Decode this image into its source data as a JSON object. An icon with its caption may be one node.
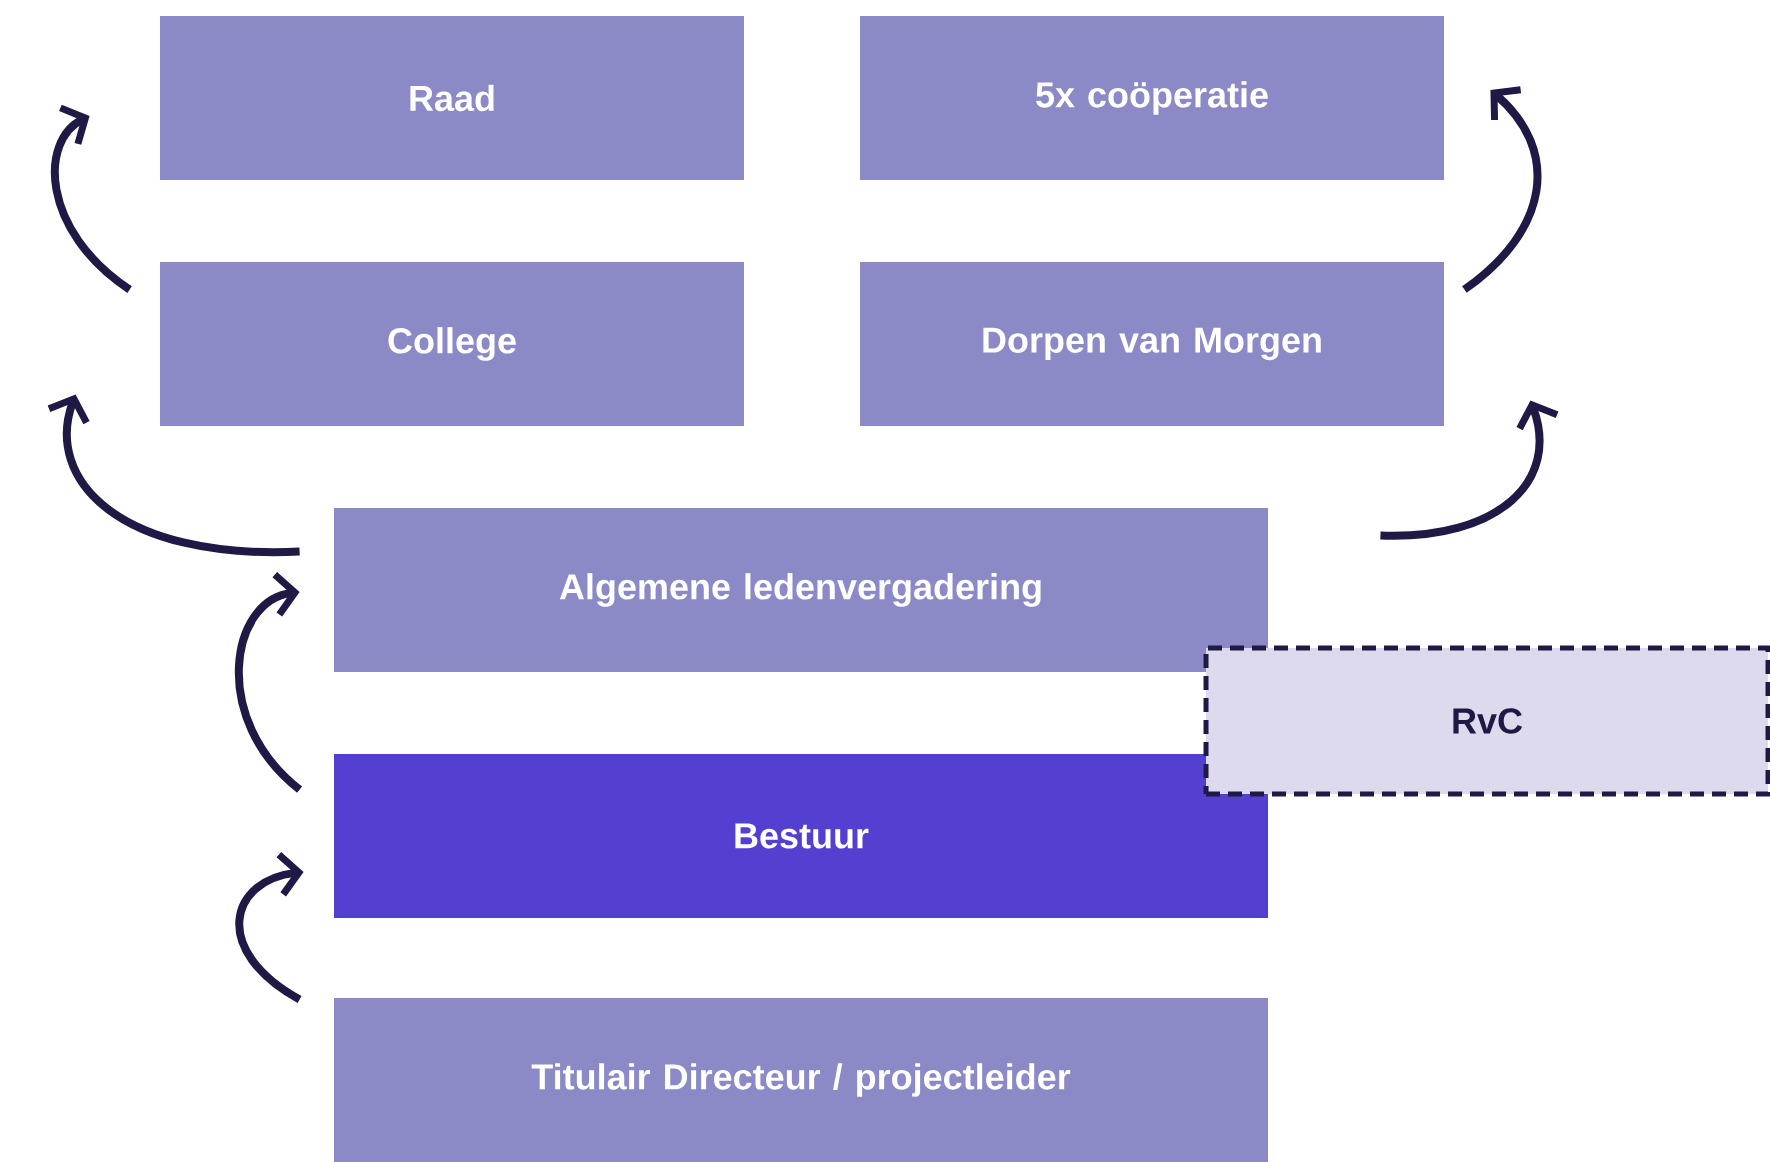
{
  "diagram": {
    "nodes": [
      {
        "text": [
          "Raad"
        ]
      },
      {
        "text": [
          "5x coöperatie"
        ]
      },
      {
        "text": [
          "College"
        ]
      },
      {
        "text": [
          "Dorpen van Morgen"
        ]
      },
      {
        "text": [
          "Algemene ledenvergadering"
        ]
      },
      {
        "text": [
          "RvC"
        ]
      },
      {
        "text": [
          "Bestuur"
        ]
      },
      {
        "text": [
          "Titulair Directeur / projectleider"
        ]
      }
    ],
    "edges": [
      {
        "from": 7,
        "to": 6,
        "arrow": "to"
      },
      {
        "from": 6,
        "to": 4,
        "arrow": "to"
      },
      {
        "from": 4,
        "to": 2,
        "arrow": "to"
      },
      {
        "from": 2,
        "to": 0,
        "arrow": "to"
      },
      {
        "from": 4,
        "to": 3,
        "arrow": "to"
      },
      {
        "from": 3,
        "to": 1,
        "arrow": "to"
      }
    ]
  }
}
